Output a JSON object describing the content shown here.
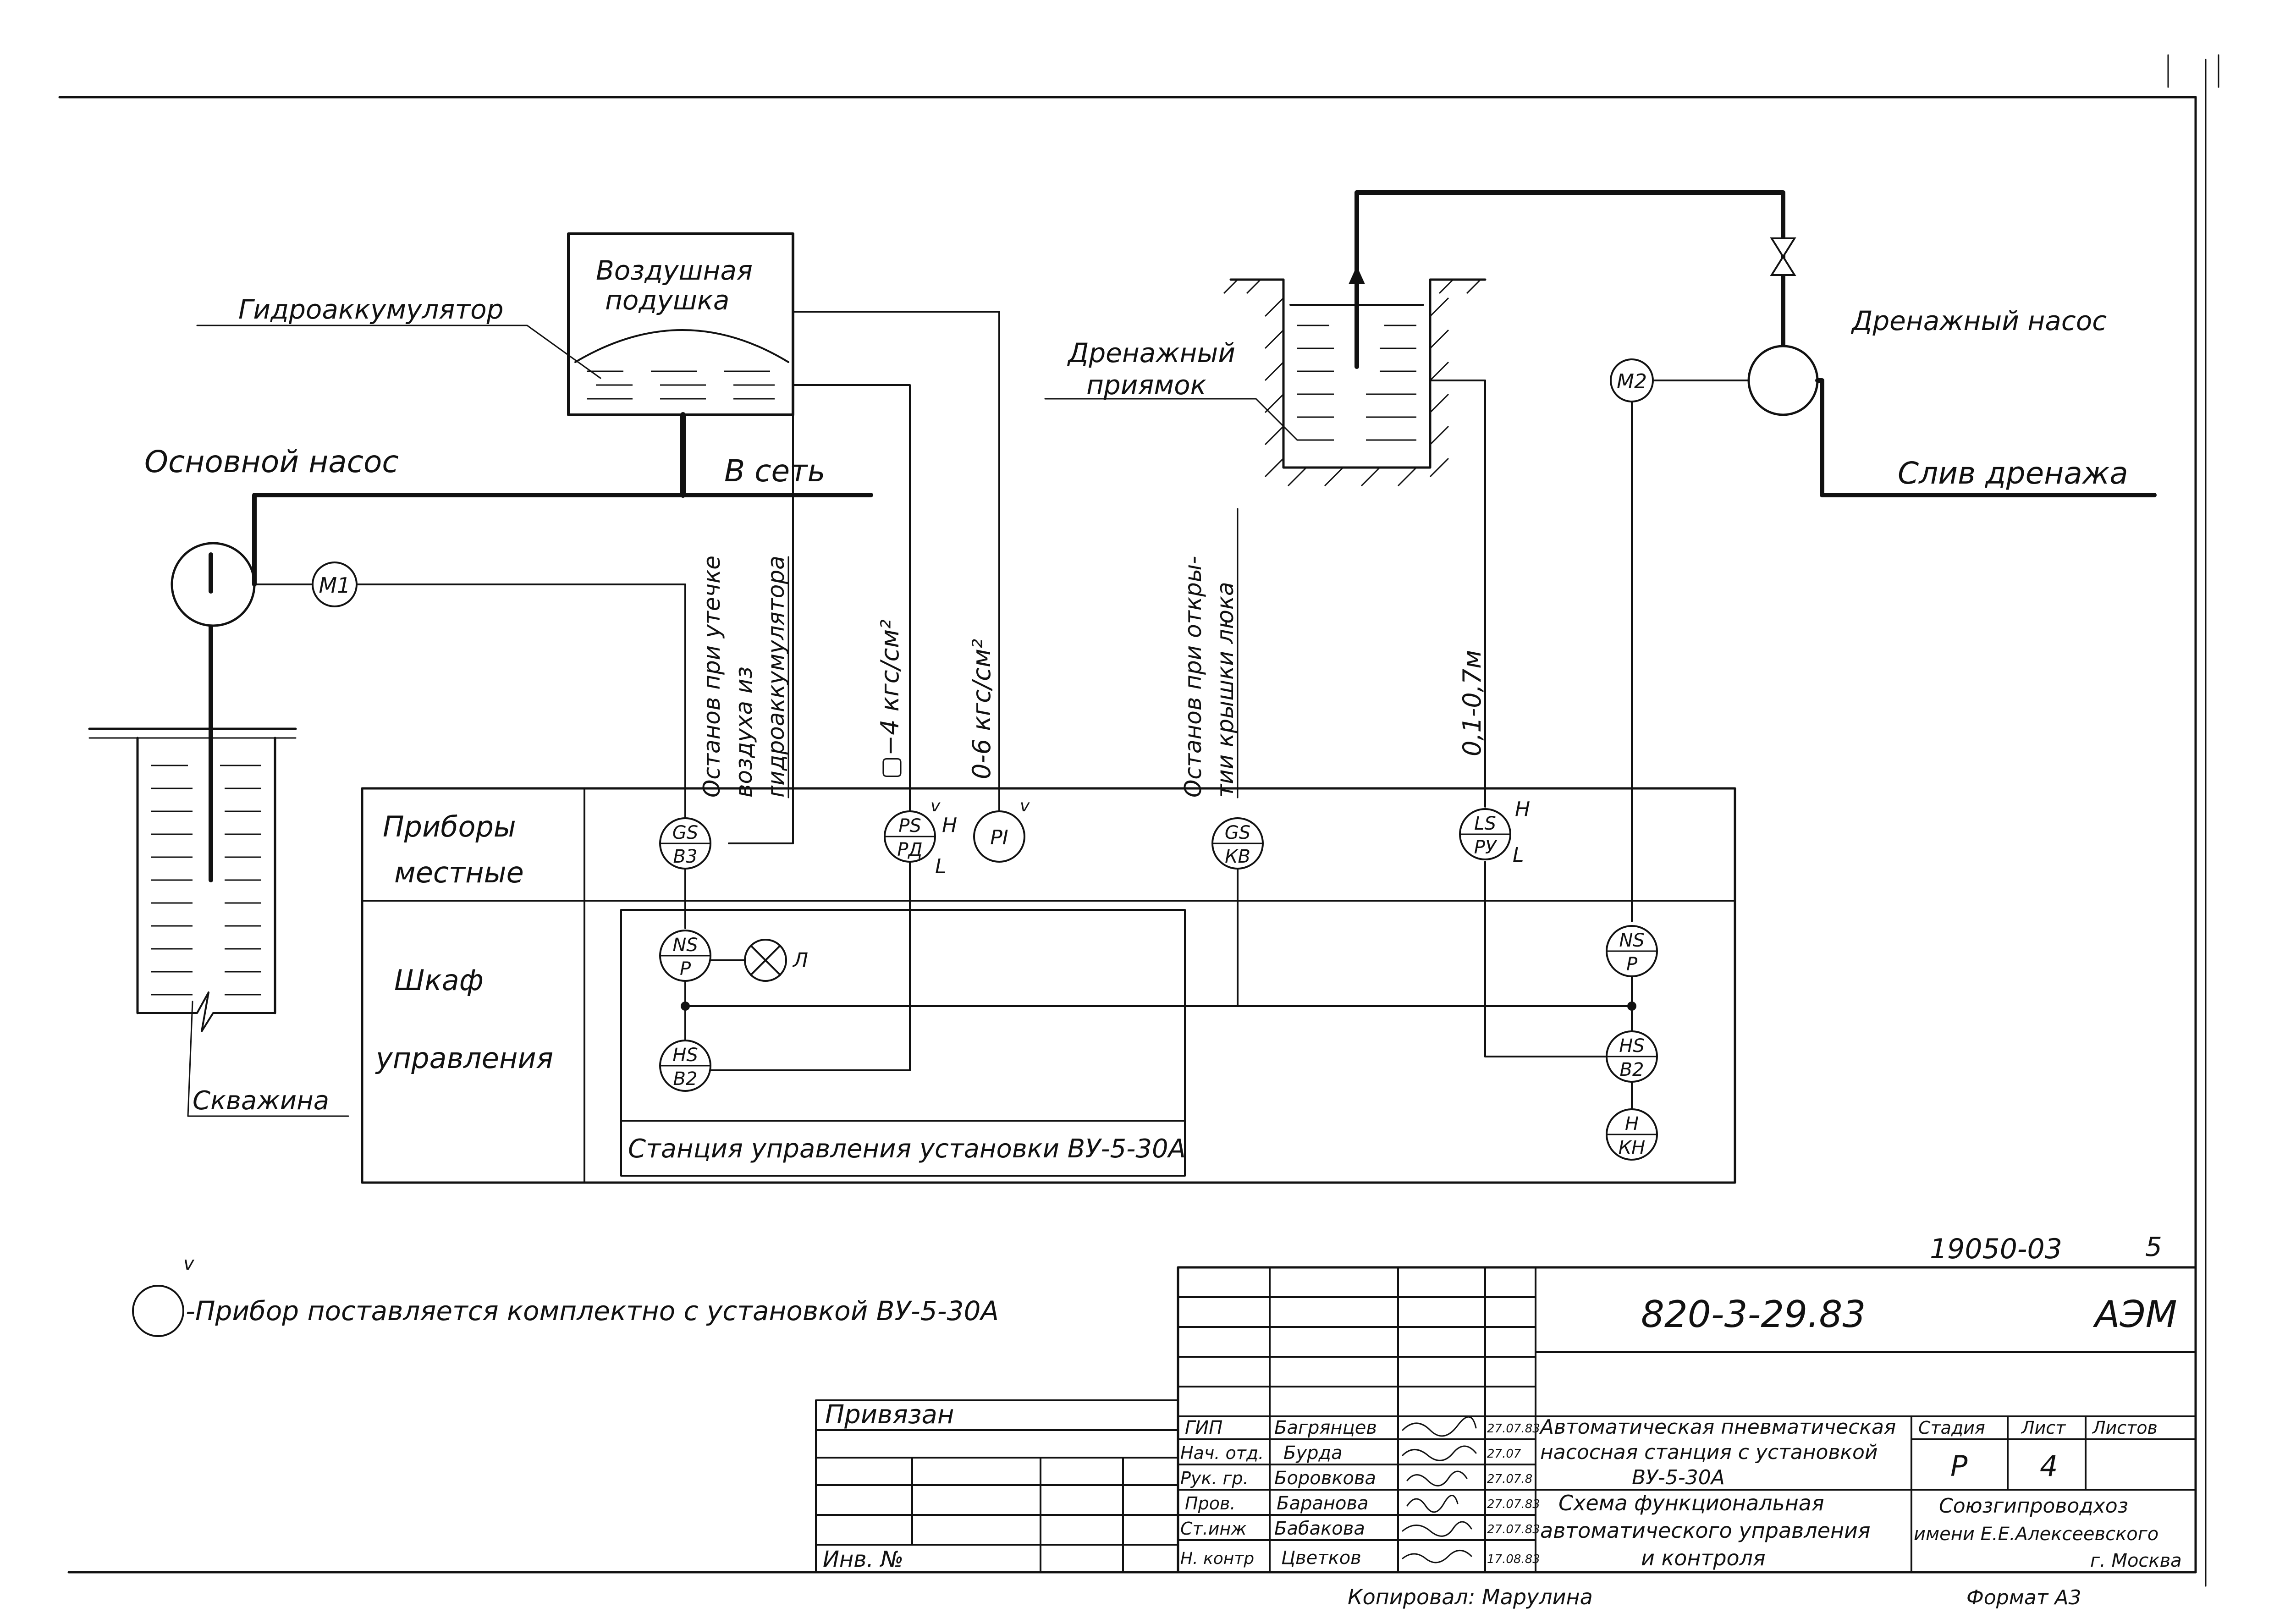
{
  "labels": {
    "accumulator": "Гидроаккумулятор",
    "air_cushion_1": "Воздушная",
    "air_cushion_2": "подушка",
    "main_pump": "Основной насос",
    "to_network": "В сеть",
    "drain_pit_1": "Дренажный",
    "drain_pit_2": "приямок",
    "drain_pump": "Дренажный насос",
    "drain_outlet": "Слив дренажа",
    "well": "Скважина"
  },
  "vertical_notes": {
    "leak_stop_1": "Останов при утечке",
    "leak_stop_2": "воздуха из",
    "leak_stop_3": "гидроаккумулятора",
    "pressure_setting": "▢−4 кгс/см²",
    "pressure_range": "0-6 кгс/см²",
    "hatch_stop_1": "Останов при откры-",
    "hatch_stop_2": "тии крышки люка",
    "level_range": "0,1-0,7м"
  },
  "motors": {
    "m1": "М1",
    "m2": "М2"
  },
  "panel": {
    "local_1": "Приборы",
    "local_2": "местные",
    "cabinet_1": "Шкаф",
    "cabinet_2": "управления",
    "station": "Станция управления установки ВУ-5-30А"
  },
  "instruments": {
    "gs_b3": {
      "top": "GS",
      "bottom": "В3"
    },
    "ps_rd": {
      "top": "PS",
      "bottom": "РД",
      "mark": "v",
      "hi": "Н",
      "lo": "L"
    },
    "pi": {
      "top": "PI",
      "mark": "v"
    },
    "gs_kv": {
      "top": "GS",
      "bottom": "КВ"
    },
    "ls_ru": {
      "top": "LS",
      "bottom": "РУ",
      "hi": "Н",
      "lo": "L"
    },
    "ns_p1": {
      "top": "NS",
      "bottom": "Р"
    },
    "lamp": "Л",
    "hs_v2_1": {
      "top": "HS",
      "bottom": "В2"
    },
    "ns_p2": {
      "top": "NS",
      "bottom": "Р"
    },
    "hs_v2_2": {
      "top": "HS",
      "bottom": "В2"
    },
    "h_kn": {
      "top": "Н",
      "bottom": "КН"
    }
  },
  "legend": {
    "mark": "v",
    "text": "-Прибор поставляется комплектно с установкой ВУ-5-30А"
  },
  "title_block": {
    "inventory_no": "19050-03",
    "page_no": "5",
    "doc_code": "820-3-29.83",
    "section": "АЭМ",
    "bound": "Привязан",
    "inv": "Инв. №",
    "roles": [
      "ГИП",
      "Нач. отд.",
      "Рук. гр.",
      "Пров.",
      "Ст.инж",
      "Н. контр"
    ],
    "names": [
      "Багрянцев",
      "Бурда",
      "Боровкова",
      "Баранова",
      "Бабакова",
      "Цветков"
    ],
    "dates": [
      "27.07.83",
      "27.07",
      "27.07.8",
      "27.07.83",
      "27.07.83",
      "17.08.83"
    ],
    "title_1": "Автоматическая пневматическая",
    "title_2": "насосная станция с установкой",
    "title_3": "ВУ-5-30А",
    "subtitle_1": "Схема функциональная",
    "subtitle_2": "автоматического управления",
    "subtitle_3": "и контроля",
    "stage_h": "Стадия",
    "sheet_h": "Лист",
    "sheets_h": "Листов",
    "stage": "Р",
    "sheet": "4",
    "org_1": "Союзгипроводхоз",
    "org_2": "имени Е.Е.Алексеевского",
    "org_3": "г. Москва",
    "copied": "Копировал: Марулина",
    "format": "Формат А3"
  }
}
